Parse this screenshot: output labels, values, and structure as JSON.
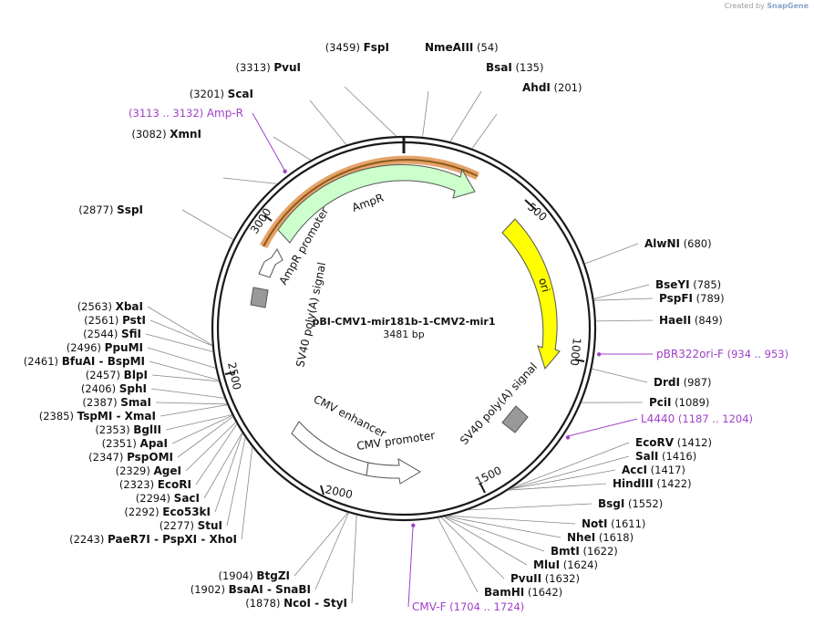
{
  "credit": {
    "prefix": "Created by",
    "brand": "SnapGene"
  },
  "plasmid": {
    "name": "pBI-CMV1-mir181b-1-CMV2-mir1",
    "size_label": "3481 bp"
  },
  "ticks": [
    {
      "label": "500"
    },
    {
      "label": "1000"
    },
    {
      "label": "1500"
    },
    {
      "label": "2000"
    },
    {
      "label": "2500"
    },
    {
      "label": "3000"
    }
  ],
  "features": [
    {
      "label": "AmpR",
      "color": "#ccffcc"
    },
    {
      "label": "AmpR promoter",
      "color": "#ffffff"
    },
    {
      "label": "ori",
      "color": "#ffff00"
    },
    {
      "label": "SV40 poly(A) signal",
      "color": "#999999"
    },
    {
      "label": "SV40 poly(A) signal",
      "color": "#999999"
    },
    {
      "label": "CMV enhancer",
      "color": "#ffffff"
    },
    {
      "label": "CMV promoter",
      "color": "#ffffff"
    }
  ],
  "enzymes": [
    {
      "name": "FspI",
      "pos": "(3459)"
    },
    {
      "name": "NmeAIII",
      "pos": "(54)"
    },
    {
      "name": "BsaI",
      "pos": "(135)"
    },
    {
      "name": "AhdI",
      "pos": "(201)"
    },
    {
      "name": "PvuI",
      "pos": "(3313)"
    },
    {
      "name": "ScaI",
      "pos": "(3201)"
    },
    {
      "name": "XmnI",
      "pos": "(3082)"
    },
    {
      "name": "SspI",
      "pos": "(2877)"
    },
    {
      "name": "AlwNI",
      "pos": "(680)"
    },
    {
      "name": "BseYI",
      "pos": "(785)"
    },
    {
      "name": "PspFI",
      "pos": "(789)"
    },
    {
      "name": "HaeII",
      "pos": "(849)"
    },
    {
      "name": "DrdI",
      "pos": "(987)"
    },
    {
      "name": "PciI",
      "pos": "(1089)"
    },
    {
      "name": "EcoRV",
      "pos": "(1412)"
    },
    {
      "name": "SalI",
      "pos": "(1416)"
    },
    {
      "name": "AccI",
      "pos": "(1417)"
    },
    {
      "name": "HindIII",
      "pos": "(1422)"
    },
    {
      "name": "BsgI",
      "pos": "(1552)"
    },
    {
      "name": "NotI",
      "pos": "(1611)"
    },
    {
      "name": "NheI",
      "pos": "(1618)"
    },
    {
      "name": "BmtI",
      "pos": "(1622)"
    },
    {
      "name": "MluI",
      "pos": "(1624)"
    },
    {
      "name": "PvuII",
      "pos": "(1632)"
    },
    {
      "name": "BamHI",
      "pos": "(1642)"
    },
    {
      "name": "XbaI",
      "pos": "(2563)"
    },
    {
      "name": "PstI",
      "pos": "(2561)"
    },
    {
      "name": "SfiI",
      "pos": "(2544)"
    },
    {
      "name": "PpuMI",
      "pos": "(2496)"
    },
    {
      "name": "BfuAI  - BspMI",
      "pos": "(2461)"
    },
    {
      "name": "BlpI",
      "pos": "(2457)"
    },
    {
      "name": "SphI",
      "pos": "(2406)"
    },
    {
      "name": "SmaI",
      "pos": "(2387)"
    },
    {
      "name": "TspMI  - XmaI",
      "pos": "(2385)"
    },
    {
      "name": "BglII",
      "pos": "(2353)"
    },
    {
      "name": "ApaI",
      "pos": "(2351)"
    },
    {
      "name": "PspOMI",
      "pos": "(2347)"
    },
    {
      "name": "AgeI",
      "pos": "(2329)"
    },
    {
      "name": "EcoRI",
      "pos": "(2323)"
    },
    {
      "name": "SacI",
      "pos": "(2294)"
    },
    {
      "name": "Eco53kI",
      "pos": "(2292)"
    },
    {
      "name": "StuI",
      "pos": "(2277)"
    },
    {
      "name": "PaeR7I  - PspXI  - XhoI",
      "pos": "(2243)"
    },
    {
      "name": "BtgZI",
      "pos": "(1904)"
    },
    {
      "name": "BsaAI  - SnaBI",
      "pos": "(1902)"
    },
    {
      "name": "NcoI  - StyI",
      "pos": "(1878)"
    }
  ],
  "primers": [
    {
      "name": "Amp-R",
      "pos": "(3113 .. 3132)"
    },
    {
      "name": "pBR322ori-F",
      "pos": "(934 .. 953)"
    },
    {
      "name": "L4440",
      "pos": "(1187 .. 1204)"
    },
    {
      "name": "CMV-F",
      "pos": "(1704 .. 1724)"
    }
  ]
}
